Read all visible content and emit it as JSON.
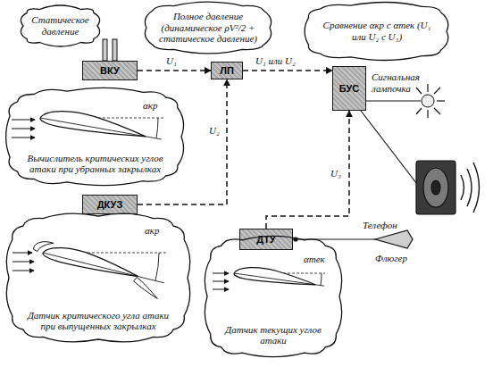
{
  "diagram": {
    "nodes": [
      {
        "text": [
          "Статическое давление"
        ]
      },
      {
        "text": [
          "Полное давление (динамическое ρV²/2 + статическое давление)"
        ]
      },
      {
        "text": [
          "Сравнение αкр с αтек (U₁ или U₂ с U₃)"
        ]
      },
      {
        "text": [
          "ВКУ"
        ]
      },
      {
        "text": [
          "ЛП"
        ]
      },
      {
        "text": [
          "БУС"
        ]
      },
      {
        "text": [
          "Вычислитель критических углов атаки при убранных закрылках"
        ]
      },
      {
        "text": [
          "ДКУЗ"
        ]
      },
      {
        "text": [
          "ДТУ"
        ]
      },
      {
        "text": [
          "Датчик критического угла атаки при выпущенных закрылках"
        ]
      },
      {
        "text": [
          "Датчик текущих углов атаки"
        ]
      }
    ],
    "edges": [
      {
        "from": 3,
        "to": 4,
        "label": "U₁",
        "arrow": "to"
      },
      {
        "from": 7,
        "to": 4,
        "label": "U₂",
        "arrow": "to"
      },
      {
        "from": 4,
        "to": 5,
        "label": "U₁ или U₂",
        "arrow": "to"
      },
      {
        "from": 8,
        "to": 5,
        "label": "U₃",
        "arrow": "to"
      }
    ],
    "labels": [
      "αкр",
      "αкр",
      "αтек",
      "Сигнальная лампочка",
      "Телефон",
      "Флюгер"
    ]
  }
}
